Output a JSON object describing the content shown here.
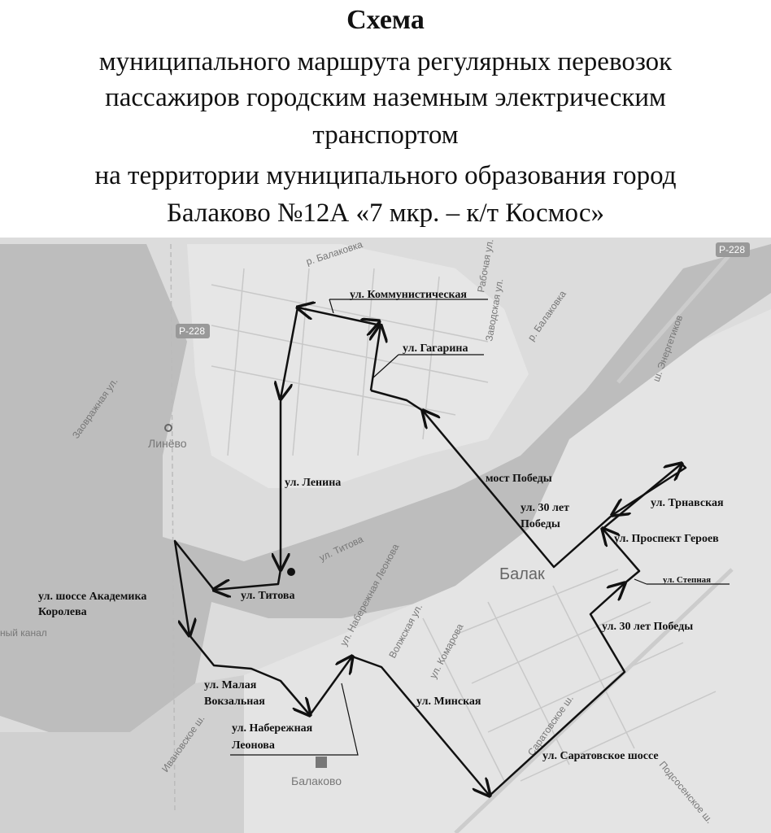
{
  "title": {
    "heading": "Схема",
    "lines": [
      "муниципального маршрута регулярных перевозок",
      "пассажиров городским наземным электрическим",
      "транспортом",
      "на территории муниципального образования город",
      "Балаково №12А «7 мкр. – к/т Космос»"
    ]
  },
  "map": {
    "route_color": "#111111",
    "base_color": "#d9d9d9",
    "water_color": "#bdbdbd",
    "route_labels": {
      "kommunisticheskaya": "ул. Коммунистическая",
      "gagarina": "ул. Гагарина",
      "lenina": "ул. Ленина",
      "most_pobedy": "мост Победы",
      "let30_1a": "ул. 30 лет",
      "let30_1b": "Победы",
      "trnavskaya": "ул. Трнавская",
      "prospekt_geroev": "ул. Проспект Героев",
      "stepnaya": "ул. Степная",
      "let30_2": "ул. 30 лет Победы",
      "titova": "ул. Титова",
      "koroleva_a": "ул. шоссе Академика",
      "koroleva_b": "Королева",
      "malaya_a": "ул. Малая",
      "malaya_b": "Вокзальная",
      "leonova_a": "ул. Набережная",
      "leonova_b": "Леонова",
      "minskaya": "ул. Минская",
      "saratovskoe": "ул. Саратовское шоссе"
    },
    "base_labels": {
      "balakovka1": "р. Балаковка",
      "balakovka2": "р. Балаковка",
      "r228a": "Р-228",
      "r228b": "Р-228",
      "zovrazhnaya": "Заовражная ул.",
      "linevo": "Линёво",
      "energetikov": "ш. Энергетиков",
      "rabochaya": "Рабочая ул.",
      "zavodskaya": "Заводская ул.",
      "kanal": "ный канал",
      "balak": "Балак",
      "balakovo": "Балаково",
      "ivanovskoe": "Ивановское ш.",
      "saratovskoe_sh": "Саратовское ш.",
      "podsosenskoe": "Подсосенское ш.",
      "volzhskaya": "Волжская ул.",
      "komarova": "ул. Комарова",
      "nab_leonova": "ул. Набережная Леонова",
      "titova_map": "ул. Титова"
    }
  }
}
